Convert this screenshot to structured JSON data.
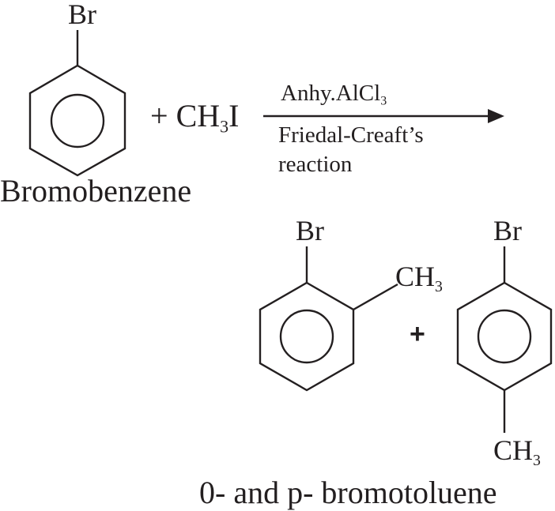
{
  "reactant": {
    "substituent": "Br",
    "name": "Bromobenzene"
  },
  "reagent": {
    "plus": "+",
    "formula_main": "CH",
    "formula_sub": "3",
    "formula_tail": "I"
  },
  "conditions": {
    "catalyst_main": "Anhy.AlCl",
    "catalyst_sub": "3",
    "line2": "Friedal-Creaft’s",
    "line3": "reaction"
  },
  "products": {
    "ortho": {
      "substituent_1": "Br",
      "substituent_2_main": "CH",
      "substituent_2_sub": "3"
    },
    "plus": "+",
    "para": {
      "substituent_1": "Br",
      "substituent_2_main": "CH",
      "substituent_2_sub": "3"
    },
    "caption": "0- and p- bromotoluene"
  },
  "colors": {
    "ink": "#231f20",
    "background": "#ffffff"
  }
}
